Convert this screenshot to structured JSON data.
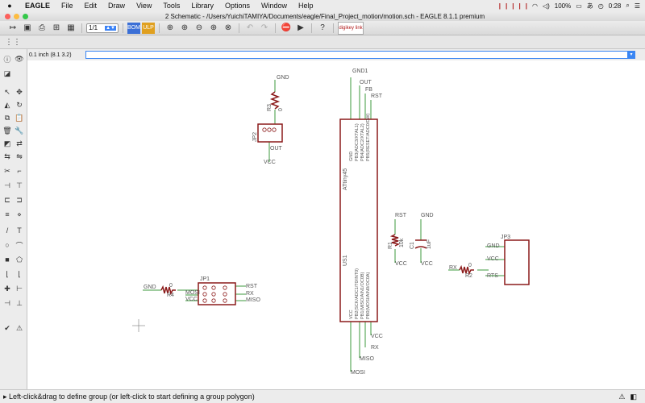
{
  "menubar": {
    "app_name": "EAGLE",
    "items": [
      "File",
      "Edit",
      "Draw",
      "View",
      "Tools",
      "Library",
      "Options",
      "Window",
      "Help"
    ],
    "battery": "100%",
    "time": "0:28",
    "accent": "#b01818"
  },
  "window": {
    "title": "2 Schematic - /Users/YuichiTAMIYA/Documents/eagle/Final_Project_motion/motion.sch - EAGLE 8.1.1 premium"
  },
  "toolbar": {
    "sheet": "1/1",
    "digikey_label": "digikey link"
  },
  "command": {
    "grid": "0.1 inch (8.1 3.2)",
    "input_value": ""
  },
  "status": {
    "message": "Left-click&drag to define group (or left-click to start defining a group polygon)"
  },
  "schematic": {
    "colors": {
      "symbol": "#8b1a1a",
      "net": "#3c9a3c",
      "text": "#555555"
    },
    "nets": {
      "gnd1": "GND1",
      "out": "OUT",
      "fb": "FB",
      "rst": "RST",
      "gnd_r3": "GND",
      "vcc_jp2": "VCC",
      "out_jp2": "OUT",
      "rst_c1": "RST",
      "gnd_c1": "GND",
      "vcc_r1": "VCC",
      "vcc_c1": "VCC",
      "gnd_r4": "GND",
      "rst_jp1": "RST",
      "rx_jp1": "RX",
      "miso_jp1": "MISO",
      "mosi_jp1": "MOSI",
      "vcc_jp1": "VCC",
      "vcc_u1": "VCC",
      "rx_u1": "RX",
      "miso_u1": "MISO",
      "mosi_u1": "MOSI",
      "gnd_jp3": "GND",
      "vcc_jp3": "VCC",
      "rx_r2": "RX",
      "rts_jp3": "RTS"
    },
    "parts": {
      "u1_name": "US1",
      "u1_value": "ATtiny45",
      "r1": "R1",
      "r1_value": "10k",
      "r2": "R2",
      "r2_value": "0",
      "r3": "R3",
      "r3_value": "0",
      "r4": "R4",
      "r4_value": "0",
      "c1": "C1",
      "c1_value": "1uF",
      "jp1": "JP1",
      "jp2": "JP2",
      "jp3": "JP3"
    },
    "u1_pins_top": [
      "GND",
      "PB3(ADC3/XTAL1)",
      "PB4(ADC2/XTAL2)",
      "PB5(RESET/ADC0/DW)"
    ],
    "u1_pins_bottom": [
      "VCC",
      "PB2(SCK/ADC1/T0/INT0)",
      "PB1(MISO/AIN1/OC0B)",
      "PB0(MOSI/AIN0/OC0A)"
    ]
  }
}
